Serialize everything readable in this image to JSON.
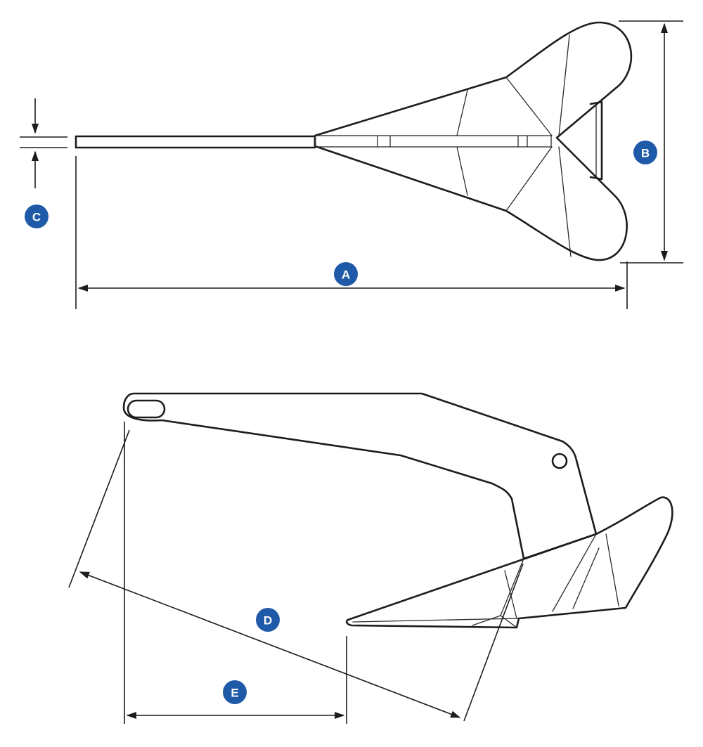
{
  "colors": {
    "line": "#1c1c1c",
    "badge": "#1f5aa8",
    "badge_text": "#ffffff",
    "background": "#ffffff"
  },
  "labels": {
    "A": "A",
    "B": "B",
    "C": "C",
    "D": "D",
    "E": "E"
  }
}
